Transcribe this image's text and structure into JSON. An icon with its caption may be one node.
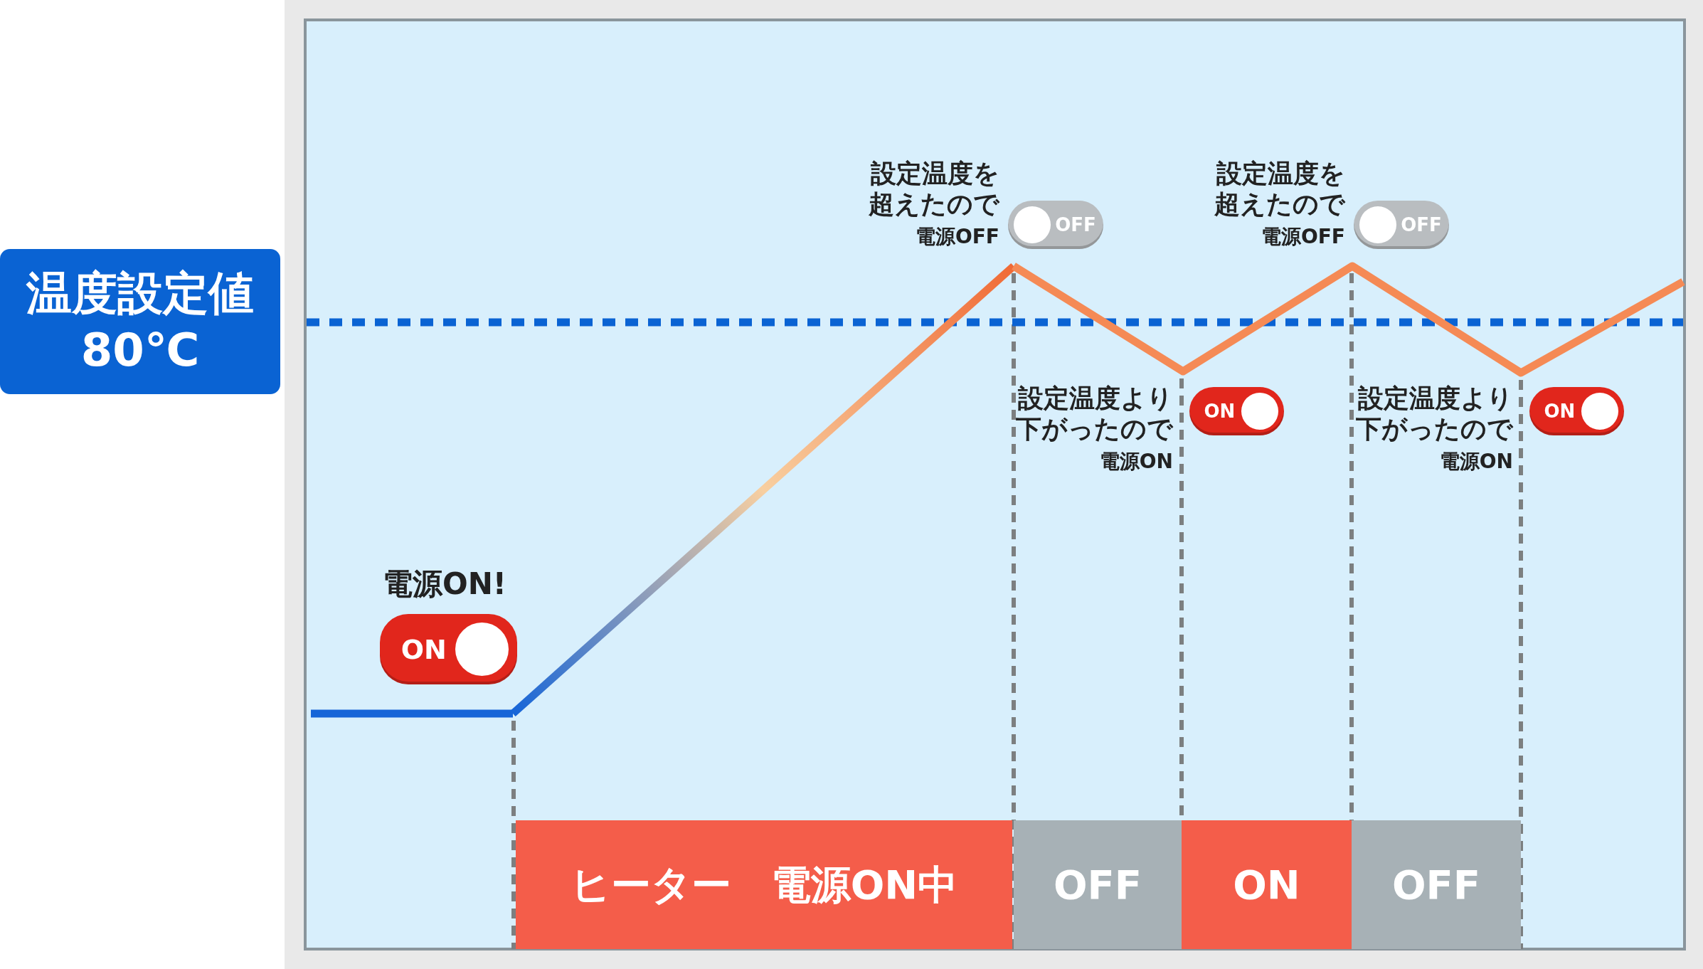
{
  "diagram": {
    "nodes": [
      {
        "text": [
          "温度設定値",
          "80℃"
        ]
      },
      {
        "text": [
          "ヒーター　電源ON中"
        ]
      },
      {
        "text": [
          "OFF"
        ]
      },
      {
        "text": [
          "ON"
        ]
      },
      {
        "text": [
          "OFF"
        ]
      }
    ],
    "labels": [
      "設定温度を超えたので",
      "電源OFF",
      "OFF",
      "設定温度を超えたので",
      "電源OFF",
      "OFF",
      "設定温度より下がったので",
      "電源ON",
      "ON",
      "設定温度より下がったので",
      "電源ON",
      "ON",
      "電源ON!",
      "ON"
    ]
  }
}
